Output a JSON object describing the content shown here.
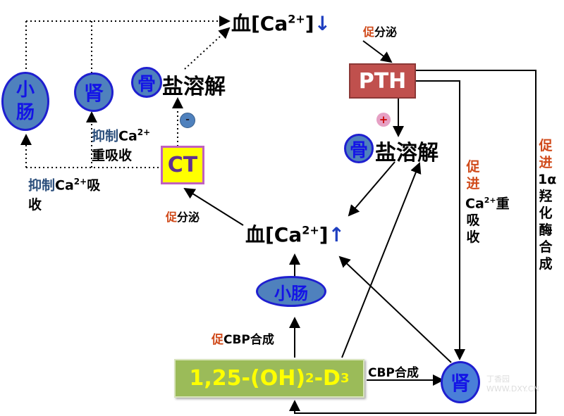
{
  "top_ca": {
    "label": "血[Ca",
    "sup": "2+",
    "close": "]",
    "arrow": "↓"
  },
  "mid_ca": {
    "label": "血[Ca",
    "sup": "2+",
    "close": "]",
    "arrow": "↑"
  },
  "top_secrete": {
    "promote": "促",
    "rest": "分泌"
  },
  "ct_secrete": {
    "promote": "促",
    "rest": "分泌"
  },
  "pth": "PTH",
  "ct": "CT",
  "plus_sign": "+",
  "minus_sign": "-",
  "left_nodes": {
    "intestine": "小肠",
    "kidney": "肾",
    "bone": "骨",
    "bone_rest": "盐溶解"
  },
  "right_bone": {
    "bone": "骨",
    "rest": "盐溶解"
  },
  "inhibit_reabsorb": {
    "a": "抑制",
    "b": "Ca",
    "sup": "2+",
    "c": "重吸收"
  },
  "inhibit_absorb": {
    "a": "抑制",
    "b": "Ca",
    "sup": "2+",
    "c": "吸",
    "d": "收"
  },
  "intestine_mid": "小肠",
  "cbp_intestine": {
    "promote": "促",
    "rest": "CBP合成"
  },
  "vitd": {
    "main": "1,25-(OH)",
    "sub2": "2",
    "mid": "-D",
    "sub3": "3"
  },
  "cbp_kidney": "CBP合成",
  "kidney_bottom": "肾",
  "pth_kidney": {
    "red": "促进",
    "black1": "Ca",
    "sup": "2+",
    "black2": "重吸收"
  },
  "pth_hydroxylase": {
    "red": "促进",
    "black": "1α羟化酶合成"
  },
  "watermark": "丁香园 WWW.DXY.CN"
}
